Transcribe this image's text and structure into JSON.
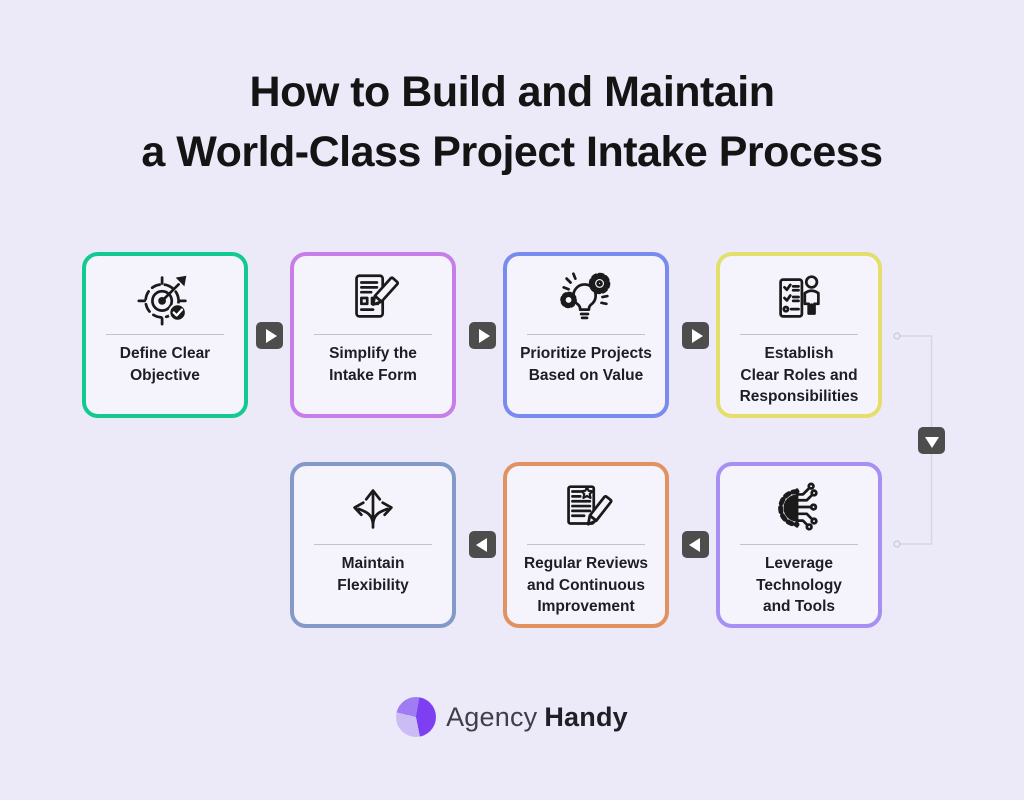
{
  "background_color": "#ECEAF8",
  "title": {
    "line1": "How to Build and Maintain",
    "line2": "a World-Class Project Intake Process",
    "color": "#141414"
  },
  "cards": [
    {
      "id": 1,
      "label": "Define Clear\nObjective",
      "icon": "target-dart-check-icon",
      "border_color": "#12C98F"
    },
    {
      "id": 2,
      "label": "Simplify the\nIntake Form",
      "icon": "form-pencil-icon",
      "border_color": "#C77EE8"
    },
    {
      "id": 3,
      "label": "Prioritize Projects\nBased on Value",
      "icon": "lightbulb-gears-icon",
      "border_color": "#7A8BEF"
    },
    {
      "id": 4,
      "label": "Establish\nClear Roles and\nResponsibilities",
      "icon": "checklist-person-icon",
      "border_color": "#E4DE6D"
    },
    {
      "id": 5,
      "label": "Maintain\nFlexibility",
      "icon": "branching-arrows-icon",
      "border_color": "#8399C8"
    },
    {
      "id": 6,
      "label": "Regular Reviews\nand Continuous\nImprovement",
      "icon": "document-star-pencil-icon",
      "border_color": "#E19260"
    },
    {
      "id": 7,
      "label": "Leverage\nTechnology\nand Tools",
      "icon": "gear-circuit-icon",
      "border_color": "#A78FF3"
    }
  ],
  "flow": {
    "row1_arrows": [
      "right",
      "right",
      "right"
    ],
    "row2_arrows": [
      "left",
      "left"
    ],
    "connector_arrow": "down",
    "arrow_box_color": "#4D4D4D",
    "connector_line_color": "#D7D6E3"
  },
  "card_style": {
    "background": "#F5F4FC",
    "divider_color": "#C2C1CE",
    "label_color": "#1D1D27"
  },
  "footer": {
    "brand_first": "Agency",
    "brand_second": "Handy",
    "logo_colors": [
      "#7E3FF2",
      "#CBBCF6",
      "#9F7CF3"
    ]
  }
}
